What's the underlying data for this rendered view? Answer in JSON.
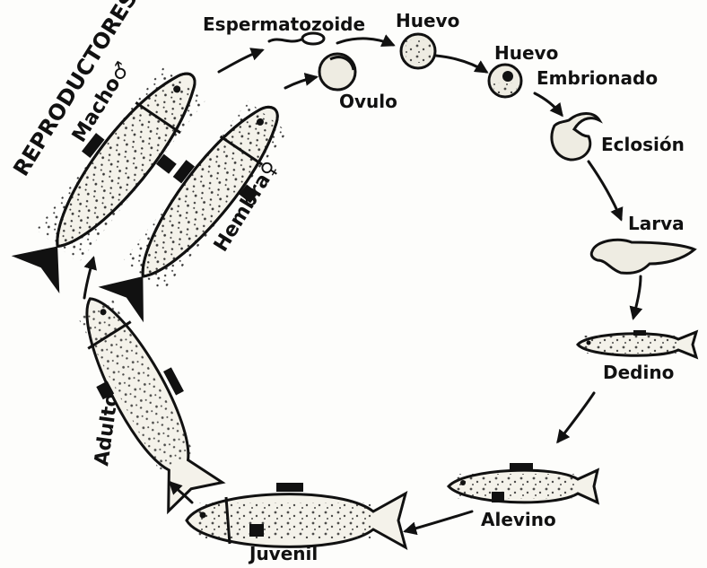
{
  "diagram": {
    "stages": {
      "reproductores": "REPRODUCTORES",
      "macho": "Macho♂",
      "hembra": "Hembra♀",
      "espermatozoide": "Espermatozoide",
      "ovulo": "Ovulo",
      "huevo": "Huevo",
      "huevo_embrionado_1": "Huevo",
      "huevo_embrionado_2": "Embrionado",
      "eclosion": "Eclosión",
      "larva": "Larva",
      "dedino": "Dedino",
      "alevino": "Alevino",
      "juvenil": "Juvenil",
      "adulto": "Adulto"
    }
  }
}
